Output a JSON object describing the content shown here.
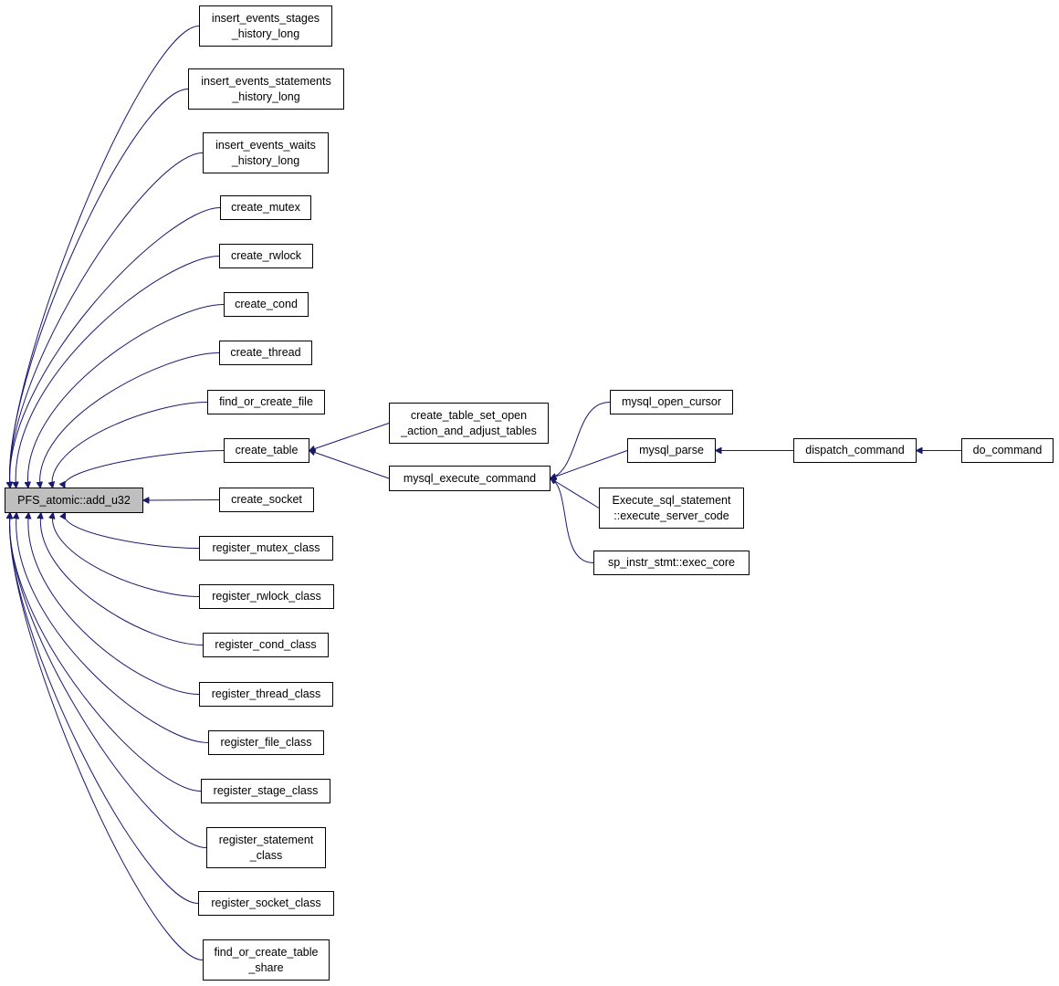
{
  "colors": {
    "edge": "#191970",
    "node_border": "#000000",
    "root_fill": "#bfbfbf",
    "node_fill": "#ffffff"
  },
  "nodes": {
    "root": "PFS_atomic::add_u32",
    "insert_events_stages_history_long": "insert_events_stages\n_history_long",
    "insert_events_statements_history_long": "insert_events_statements\n_history_long",
    "insert_events_waits_history_long": "insert_events_waits\n_history_long",
    "create_mutex": "create_mutex",
    "create_rwlock": "create_rwlock",
    "create_cond": "create_cond",
    "create_thread": "create_thread",
    "find_or_create_file": "find_or_create_file",
    "create_table": "create_table",
    "create_socket": "create_socket",
    "register_mutex_class": "register_mutex_class",
    "register_rwlock_class": "register_rwlock_class",
    "register_cond_class": "register_cond_class",
    "register_thread_class": "register_thread_class",
    "register_file_class": "register_file_class",
    "register_stage_class": "register_stage_class",
    "register_statement_class": "register_statement\n_class",
    "register_socket_class": "register_socket_class",
    "find_or_create_table_share": "find_or_create_table\n_share",
    "create_table_set_open_action_and_adjust_tables": "create_table_set_open\n_action_and_adjust_tables",
    "mysql_execute_command": "mysql_execute_command",
    "mysql_open_cursor": "mysql_open_cursor",
    "mysql_parse": "mysql_parse",
    "execute_server_code": "Execute_sql_statement\n::execute_server_code",
    "exec_core": "sp_instr_stmt::exec_core",
    "dispatch_command": "dispatch_command",
    "do_command": "do_command"
  },
  "edges": [
    {
      "from": "insert_events_stages_history_long",
      "to": "root"
    },
    {
      "from": "insert_events_statements_history_long",
      "to": "root"
    },
    {
      "from": "insert_events_waits_history_long",
      "to": "root"
    },
    {
      "from": "create_mutex",
      "to": "root"
    },
    {
      "from": "create_rwlock",
      "to": "root"
    },
    {
      "from": "create_cond",
      "to": "root"
    },
    {
      "from": "create_thread",
      "to": "root"
    },
    {
      "from": "find_or_create_file",
      "to": "root"
    },
    {
      "from": "create_table",
      "to": "root"
    },
    {
      "from": "create_socket",
      "to": "root"
    },
    {
      "from": "register_mutex_class",
      "to": "root"
    },
    {
      "from": "register_rwlock_class",
      "to": "root"
    },
    {
      "from": "register_cond_class",
      "to": "root"
    },
    {
      "from": "register_thread_class",
      "to": "root"
    },
    {
      "from": "register_file_class",
      "to": "root"
    },
    {
      "from": "register_stage_class",
      "to": "root"
    },
    {
      "from": "register_statement_class",
      "to": "root"
    },
    {
      "from": "register_socket_class",
      "to": "root"
    },
    {
      "from": "find_or_create_table_share",
      "to": "root"
    },
    {
      "from": "create_table_set_open_action_and_adjust_tables",
      "to": "create_table"
    },
    {
      "from": "mysql_execute_command",
      "to": "create_table"
    },
    {
      "from": "mysql_open_cursor",
      "to": "mysql_execute_command"
    },
    {
      "from": "mysql_parse",
      "to": "mysql_execute_command"
    },
    {
      "from": "execute_server_code",
      "to": "mysql_execute_command"
    },
    {
      "from": "exec_core",
      "to": "mysql_execute_command"
    },
    {
      "from": "dispatch_command",
      "to": "mysql_parse"
    },
    {
      "from": "do_command",
      "to": "dispatch_command"
    }
  ]
}
